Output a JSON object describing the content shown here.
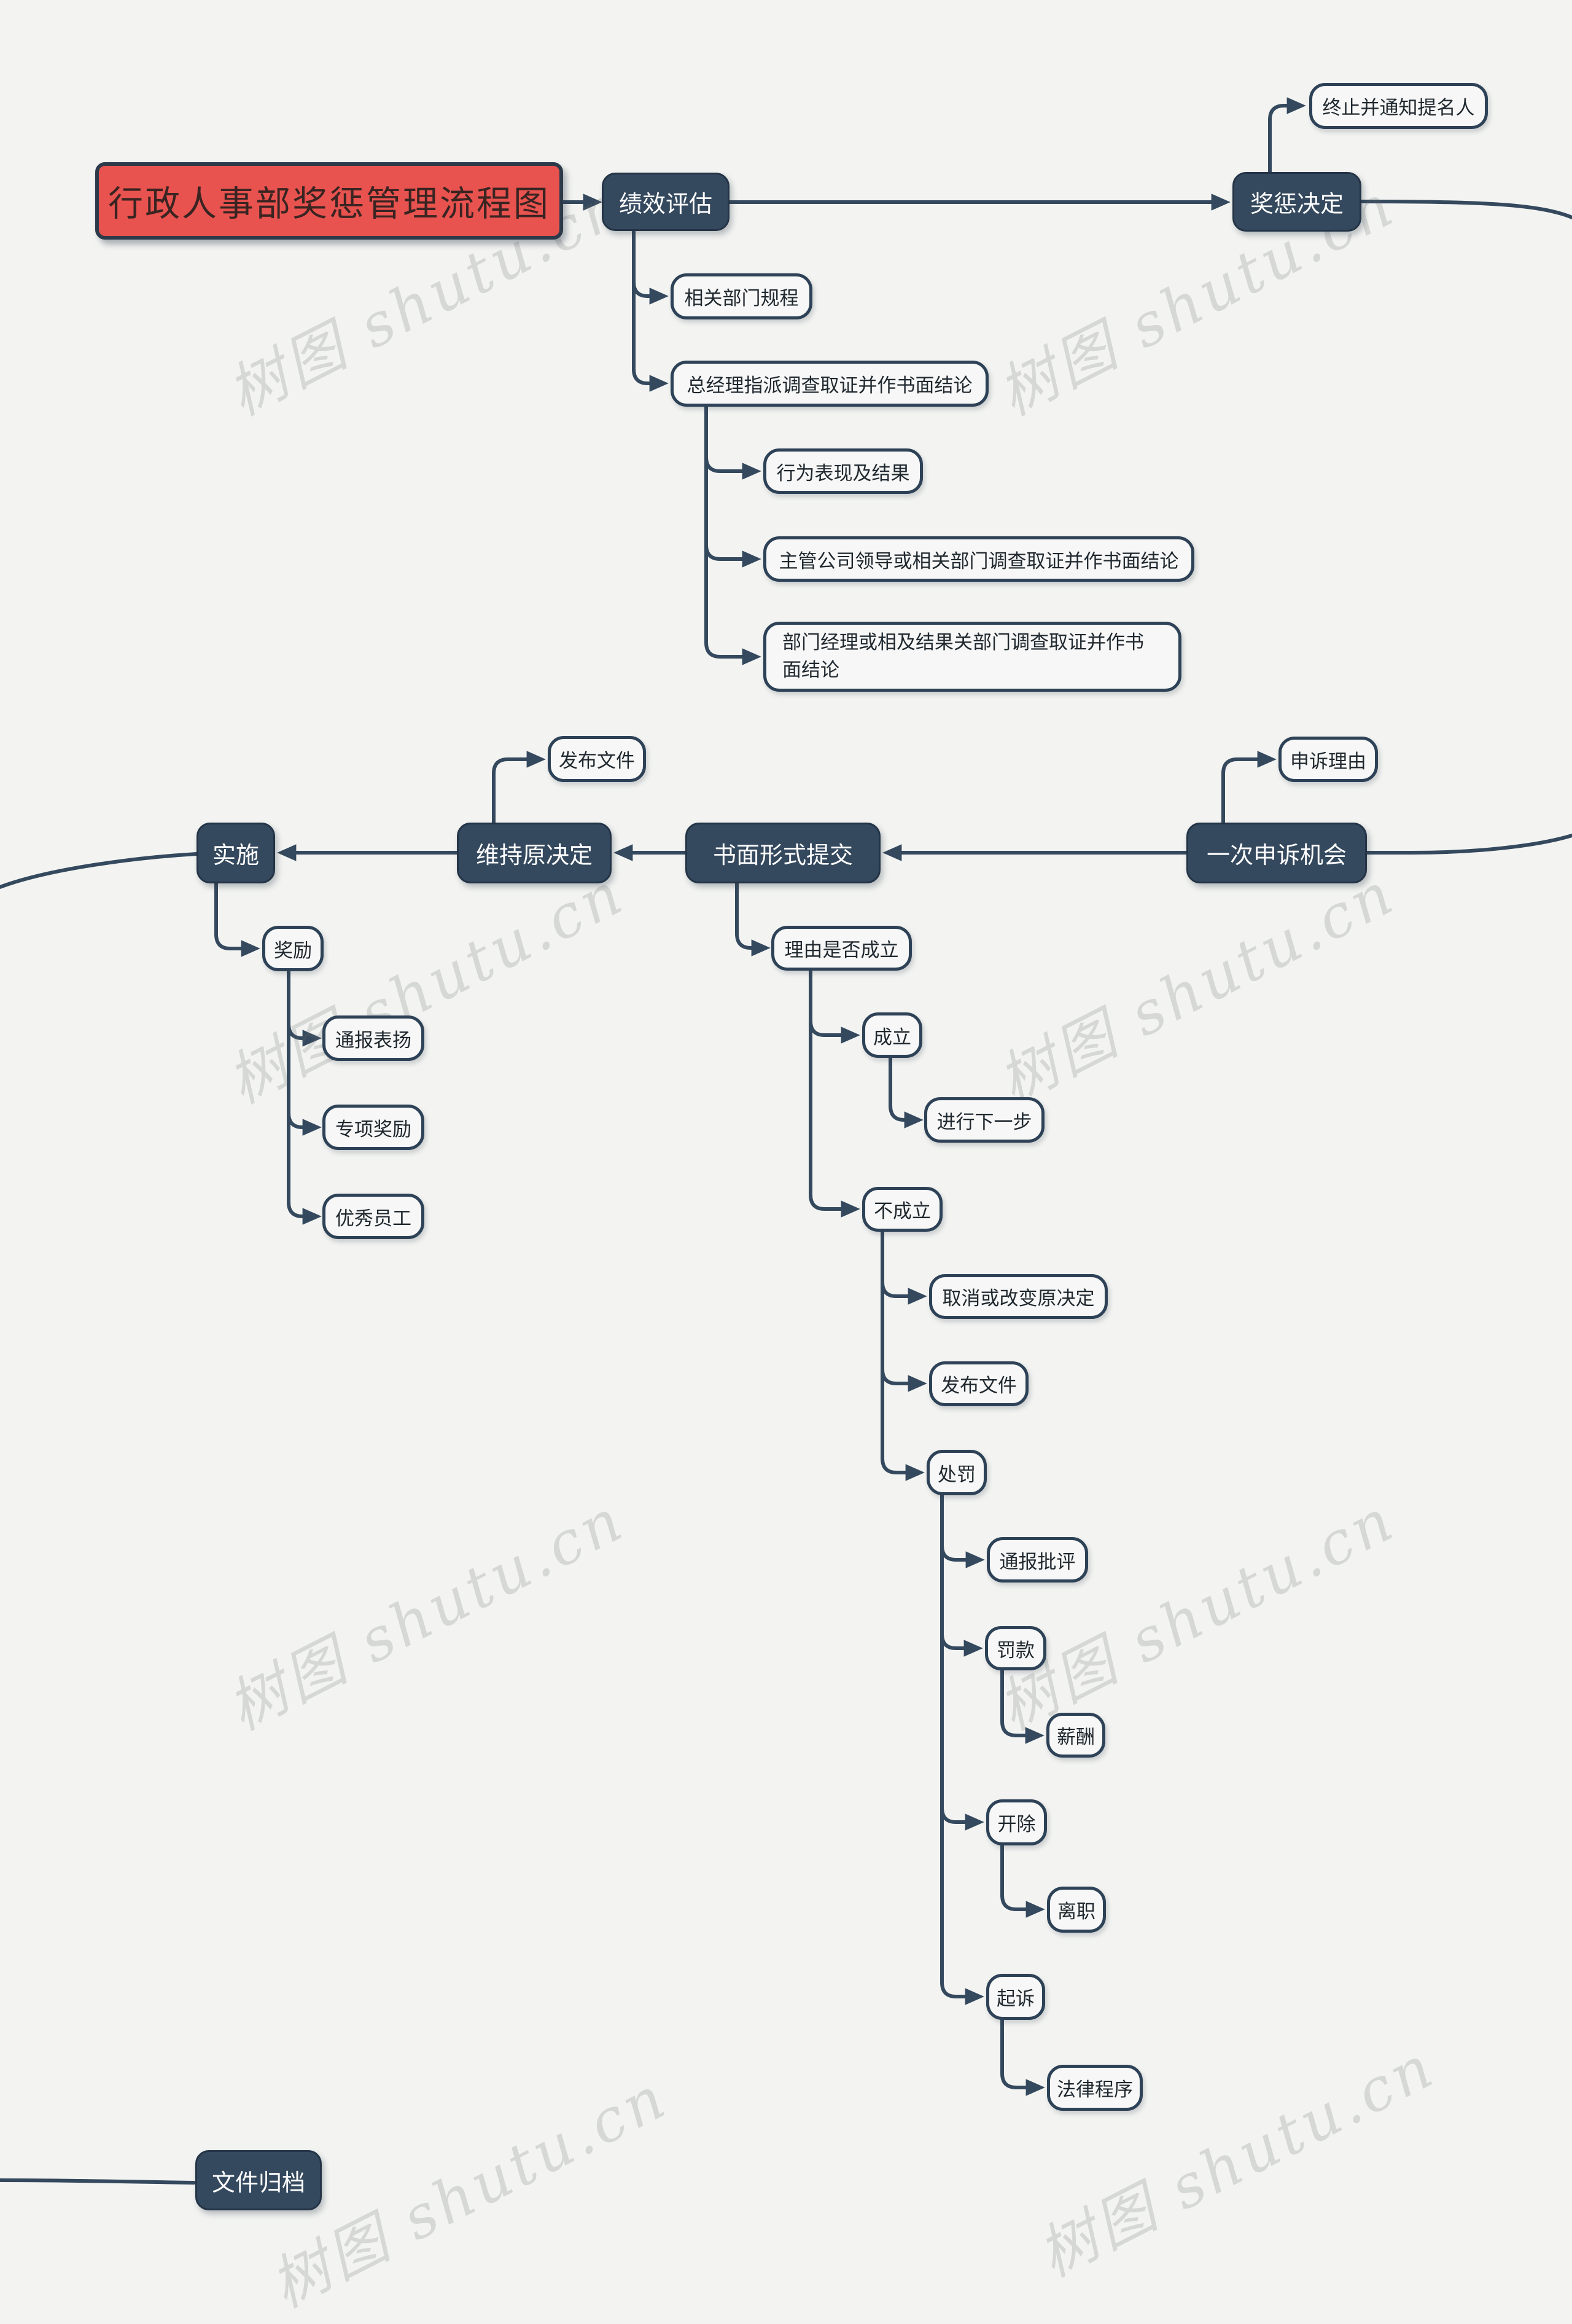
{
  "title": "行政人事部奖惩管理流程图",
  "watermark": {
    "text": "树图 shutu.cn"
  },
  "colors": {
    "background": "#f3f4f2",
    "node_dark_fill": "#35495e",
    "node_dark_text": "#ffffff",
    "node_light_fill": "#f6f7f6",
    "node_light_border": "#2e4257",
    "node_light_text": "#20282f",
    "title_fill": "#e8534f",
    "title_border": "#2c3a4a",
    "title_text": "#3a2422",
    "connector_line": "#35495e",
    "watermark_text": "#d6d7d6"
  },
  "nodes": {
    "title": {
      "label": "行政人事部奖惩管理流程图"
    },
    "performance_review": {
      "label": "绩效评估"
    },
    "reward_decision": {
      "label": "奖惩决定"
    },
    "terminate_notify": {
      "label": "终止并通知提名人"
    },
    "dept_rules": {
      "label": "相关部门规程"
    },
    "gm_investigate": {
      "label": "总经理指派调查取证并作书面结论"
    },
    "behavior_results": {
      "label": "行为表现及结果"
    },
    "supervisor_investigate": {
      "label": "主管公司领导或相关部门调查取证并作书面结论"
    },
    "dept_manager_investigate": {
      "label": "部门经理或相及结果关部门调查取证并作书面结论"
    },
    "publish_doc_1": {
      "label": "发布文件"
    },
    "appeal_reason": {
      "label": "申诉理由"
    },
    "implement": {
      "label": "实施"
    },
    "uphold_decision": {
      "label": "维持原决定"
    },
    "written_submission": {
      "label": "书面形式提交"
    },
    "one_appeal": {
      "label": "一次申诉机会"
    },
    "reward": {
      "label": "奖励"
    },
    "commendation": {
      "label": "通报表扬"
    },
    "special_reward": {
      "label": "专项奖励"
    },
    "outstanding_employee": {
      "label": "优秀员工"
    },
    "reason_valid": {
      "label": "理由是否成立"
    },
    "valid": {
      "label": "成立"
    },
    "next_step": {
      "label": "进行下一步"
    },
    "invalid": {
      "label": "不成立"
    },
    "cancel_change": {
      "label": "取消或改变原决定"
    },
    "publish_doc_2": {
      "label": "发布文件"
    },
    "punishment": {
      "label": "处罚"
    },
    "criticism": {
      "label": "通报批评"
    },
    "fine": {
      "label": "罚款"
    },
    "salary": {
      "label": "薪酬"
    },
    "dismissal": {
      "label": "开除"
    },
    "resignation": {
      "label": "离职"
    },
    "lawsuit": {
      "label": "起诉"
    },
    "legal_procedure": {
      "label": "法律程序"
    },
    "archive": {
      "label": "文件归档"
    }
  },
  "edges": [
    {
      "from": "title",
      "to": "performance_review"
    },
    {
      "from": "performance_review",
      "to": "reward_decision"
    },
    {
      "from": "reward_decision",
      "to": "terminate_notify"
    },
    {
      "from": "performance_review",
      "to": "dept_rules"
    },
    {
      "from": "performance_review",
      "to": "gm_investigate"
    },
    {
      "from": "gm_investigate",
      "to": "behavior_results"
    },
    {
      "from": "gm_investigate",
      "to": "supervisor_investigate"
    },
    {
      "from": "gm_investigate",
      "to": "dept_manager_investigate"
    },
    {
      "from": "reward_decision",
      "to": "one_appeal"
    },
    {
      "from": "one_appeal",
      "to": "appeal_reason"
    },
    {
      "from": "one_appeal",
      "to": "written_submission"
    },
    {
      "from": "written_submission",
      "to": "uphold_decision"
    },
    {
      "from": "uphold_decision",
      "to": "publish_doc_1"
    },
    {
      "from": "uphold_decision",
      "to": "implement"
    },
    {
      "from": "implement",
      "to": "reward"
    },
    {
      "from": "reward",
      "to": "commendation"
    },
    {
      "from": "reward",
      "to": "special_reward"
    },
    {
      "from": "reward",
      "to": "outstanding_employee"
    },
    {
      "from": "written_submission",
      "to": "reason_valid"
    },
    {
      "from": "reason_valid",
      "to": "valid"
    },
    {
      "from": "valid",
      "to": "next_step"
    },
    {
      "from": "reason_valid",
      "to": "invalid"
    },
    {
      "from": "invalid",
      "to": "cancel_change"
    },
    {
      "from": "invalid",
      "to": "publish_doc_2"
    },
    {
      "from": "invalid",
      "to": "punishment"
    },
    {
      "from": "punishment",
      "to": "criticism"
    },
    {
      "from": "punishment",
      "to": "fine"
    },
    {
      "from": "fine",
      "to": "salary"
    },
    {
      "from": "punishment",
      "to": "dismissal"
    },
    {
      "from": "dismissal",
      "to": "resignation"
    },
    {
      "from": "punishment",
      "to": "lawsuit"
    },
    {
      "from": "lawsuit",
      "to": "legal_procedure"
    },
    {
      "from": "implement",
      "to": "archive"
    }
  ]
}
